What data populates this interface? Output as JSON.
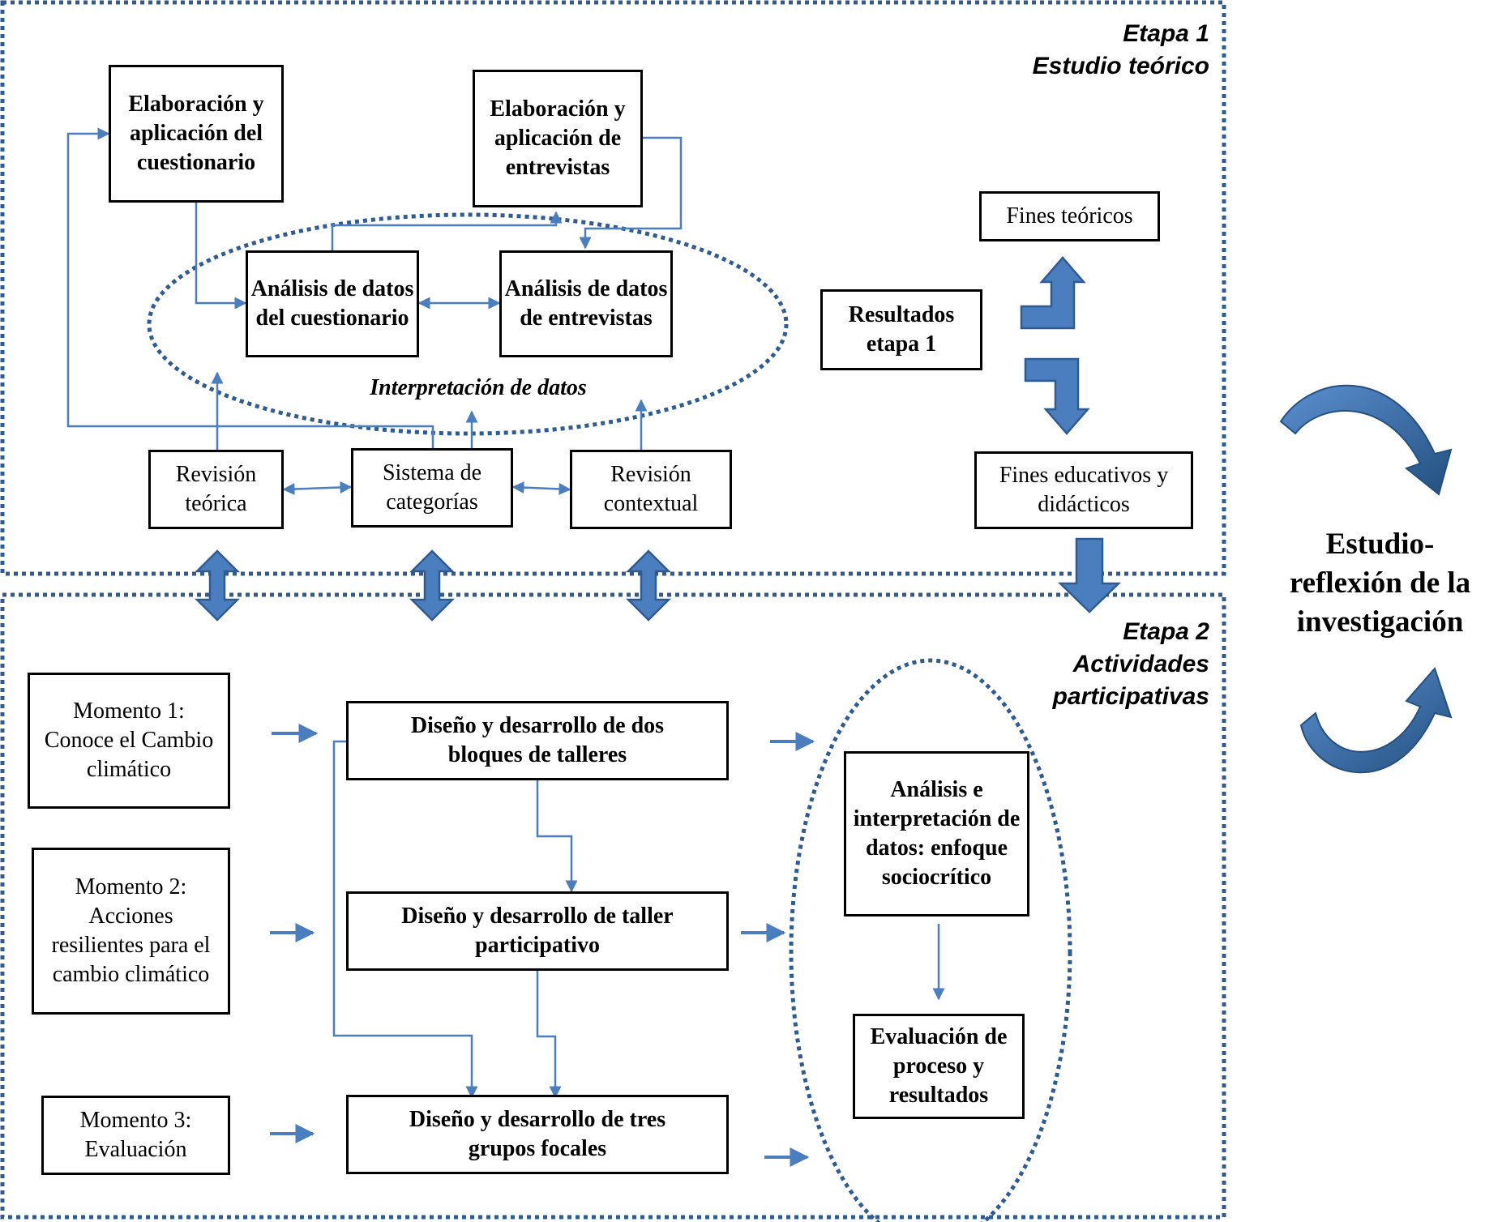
{
  "stage1": {
    "title_line1": "Etapa 1",
    "title_line2": "Estudio teórico",
    "boxes": {
      "cuestionario": "Elaboración y aplicación del cuestionario",
      "entrevistas": "Elaboración y aplicación de entrevistas",
      "analisis_cuestionario": "Análisis de datos del cuestionario",
      "analisis_entrevistas": "Análisis de datos de entrevistas",
      "revision_teorica": "Revisión teórica",
      "sistema_categorias": "Sistema de categorías",
      "revision_contextual": "Revisión contextual",
      "resultados": "Resultados etapa 1",
      "fines_teoricos": "Fines teóricos",
      "fines_educativos": "Fines educativos y didácticos"
    },
    "interpretation_label": "Interpretación de datos"
  },
  "stage2": {
    "title_line1": "Etapa 2",
    "title_line2": "Actividades",
    "title_line3": "participativas",
    "boxes": {
      "momento1": "Momento 1: Conoce el Cambio climático",
      "momento2": "Momento 2: Acciones resilientes para el cambio climático",
      "momento3": "Momento 3: Evaluación",
      "talleres": "Diseño y desarrollo de dos bloques de talleres",
      "taller_participativo": "Diseño y desarrollo de taller participativo",
      "grupos_focales": "Diseño y desarrollo de tres grupos focales",
      "analisis_sociocritico": "Análisis e interpretación de datos: enfoque sociocrítico",
      "evaluacion": "Evaluación de proceso y resultados"
    }
  },
  "side": {
    "line1": "Estudio-",
    "line2": "reflexión de la",
    "line3": "investigación"
  },
  "colors": {
    "arrow": "#4a7ebf",
    "arrow_dark": "#2f5b93",
    "dotted_border": "#2f5b93",
    "box_border": "#000000"
  }
}
